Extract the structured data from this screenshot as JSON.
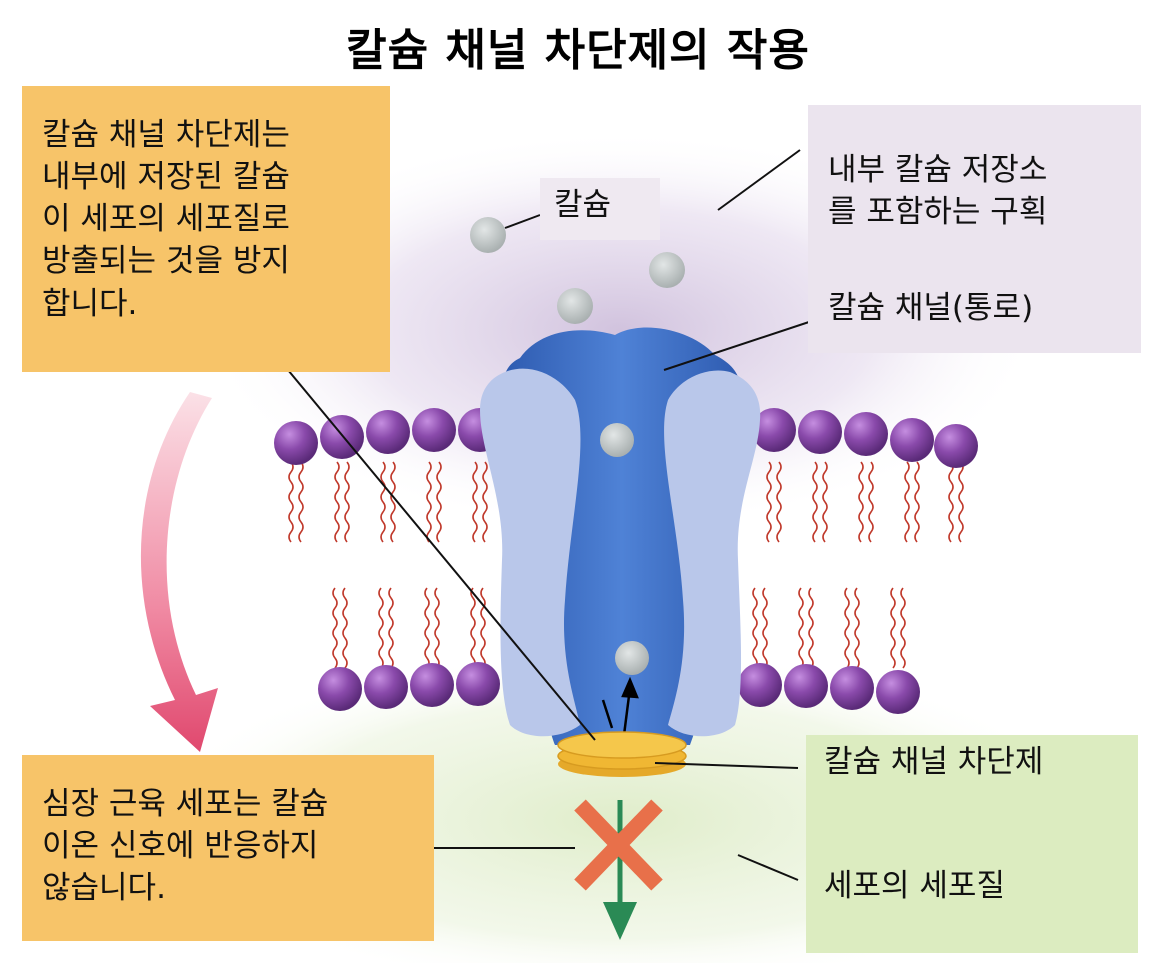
{
  "title": "칼슘 채널 차단제의 작용",
  "boxes": {
    "blocker_note": [
      "칼슘 채널 차단제는",
      "내부에 저장된 칼슘",
      "이 세포의 세포질로",
      "방출되는 것을 방지",
      "합니다."
    ],
    "heart_note": [
      "심장 근육 세포는 칼슘",
      "이온 신호에 반응하지",
      "않습니다."
    ],
    "store_label": [
      "내부 칼슘 저장소",
      "를 포함하는 구획"
    ]
  },
  "labels": {
    "calcium": "칼슘",
    "channel": "칼슘 채널(통로)",
    "blocker": "칼슘 채널 차단제",
    "cytoplasm": "세포의 세포질"
  },
  "colors": {
    "note_box": "#f7c469",
    "compartment_box": "#ebe4ee",
    "cytoplasm_box": "#dcecc0",
    "channel_core": "#3f6fc4",
    "channel_side": "#b9c7ea",
    "lipid_head": "#7a3f9a",
    "lipid_tail": "#c0392b",
    "blocker_disc": "#f0b733",
    "cross_mark": "#e8704a",
    "green_arrow": "#2a8a55",
    "pink_arrow": "#e0486e"
  }
}
